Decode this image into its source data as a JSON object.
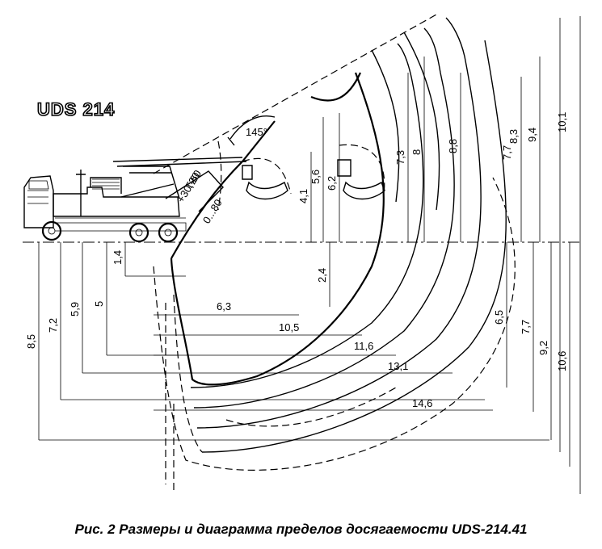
{
  "logo": "UDS 214",
  "angles": {
    "bucket_tilt": "145°",
    "boom_tilt": "+30,-60",
    "boom_swing": "T20",
    "arm_range": "0...80"
  },
  "heights_above_ground": [
    "1,4",
    "4,1",
    "5,6",
    "6,2",
    "7,3",
    "8",
    "8,8",
    "7,7",
    "8,3",
    "9,4",
    "10,1"
  ],
  "depths_below_ground": [
    "2,4",
    "5",
    "5,9",
    "7,2",
    "8,5",
    "6,5",
    "7,7",
    "9,2",
    "10,6"
  ],
  "horizontal_reach": [
    "6,3",
    "10,5",
    "11,6",
    "13,1",
    "14,6"
  ],
  "caption": "Рис.  2  Размеры и диаграмма пределов досягаемости UDS-214.41"
}
